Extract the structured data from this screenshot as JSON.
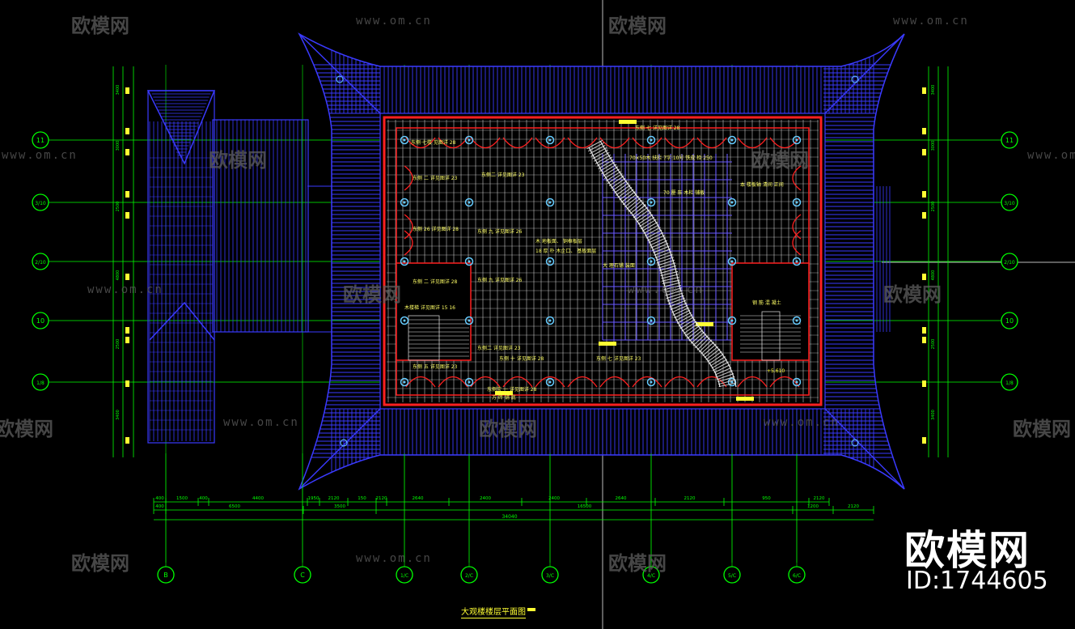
{
  "drawing": {
    "title": "大观楼楼层平面图",
    "colors": {
      "bg": "#000000",
      "grid": "#00ff00",
      "roof": "#3a3aff",
      "wall": "#ff2020",
      "beam": "#e8e8e8",
      "label": "#ffff33",
      "axis": "#00ff00"
    }
  },
  "watermarks": {
    "logo_text": "欧模网",
    "url_text": "www.om.cn"
  },
  "brand": {
    "logo": "欧模网",
    "id": "ID:1744605"
  },
  "axes": {
    "left_right": [
      "11",
      "3/10",
      "2/10",
      "10",
      "1/8"
    ],
    "bottom": [
      "B",
      "C",
      "1/C",
      "2/C",
      "3/C",
      "4/C",
      "5/C",
      "6/C"
    ]
  },
  "dimensions": {
    "row1": [
      "400",
      "1500",
      "400",
      "4400",
      "1950",
      "2120",
      "150",
      "2120",
      "2640",
      "2400",
      "2400",
      "2640",
      "2120",
      "950",
      "2120"
    ],
    "row2": [
      "400",
      "6500",
      "3500",
      "16500",
      "1200",
      "2120"
    ],
    "total": "34040",
    "left_vertical": [
      "3400",
      "3000",
      "2500",
      "4800",
      "2500",
      "3400"
    ],
    "right_vertical": [
      "3400",
      "3000",
      "2500",
      "4800",
      "2500",
      "3400"
    ]
  },
  "annotations": [
    "东侧·七楼 见图详 28",
    "东侧二 详见图详 23",
    "70×50木 扶栏 7字 10号 铁皮 检 250",
    "本 楼板轴 清间 正间",
    "70 厘 压 木栏 铺板",
    "东侧 七 详见图详 28",
    "东侧 二 详见图详 23",
    "东侧 26 详见图详 28",
    "东侧 九 详见图详 26",
    "木 地板面、 铜框板层",
    "18 厚 朴 木企口、 基板面层",
    "大 理石铺 装面",
    "东侧 九 详见图详 26",
    "东侧 二 详见图详 28",
    "木楼梯 详见图详 15 16",
    "东侧二 详见图详 23",
    "东侧 十 详见图详 28",
    "东侧 七 详见图详 23",
    "东侧 五 详见图详 23",
    "东侧宝 一 详见图详 28",
    "方 砖 铺 底",
    "钢 筋 混 凝土",
    "+5.610"
  ]
}
